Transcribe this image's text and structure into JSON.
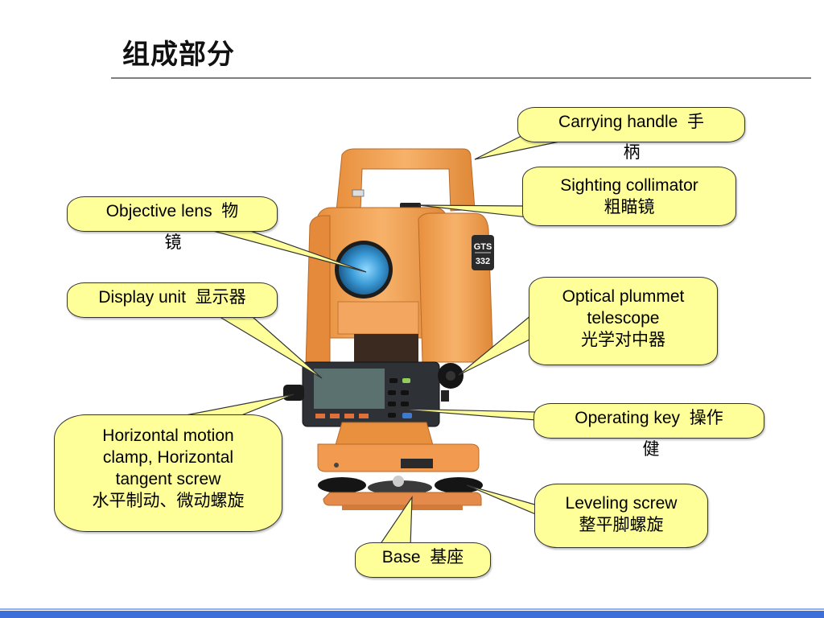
{
  "slide": {
    "title": "组成部分",
    "accent_colors": {
      "callout_fill": "#ffff99",
      "title_rule": "#7f7f7f",
      "footer_bar": "#3c6fd9",
      "instrument_body": "#f0a050"
    }
  },
  "instrument": {
    "model_badge_line1": "GTS",
    "model_badge_line2": "332"
  },
  "callouts": {
    "carrying_handle": {
      "en": "Carrying handle",
      "zh_inline": "手",
      "zh_overflow": "柄"
    },
    "sighting_collimator": {
      "en": "Sighting collimator",
      "zh": "粗瞄镜"
    },
    "objective_lens": {
      "en": "Objective lens",
      "zh_inline": "物",
      "zh_overflow": "镜"
    },
    "display_unit": {
      "en": "Display unit",
      "zh": "显示器"
    },
    "optical_plummet": {
      "en_line1": "Optical plummet",
      "en_line2": "telescope",
      "zh": "光学对中器"
    },
    "operating_key": {
      "en": "Operating key",
      "zh_inline": "操作",
      "zh_overflow": "健"
    },
    "horizontal_motion": {
      "en_line1": "Horizontal motion",
      "en_line2": "clamp, Horizontal",
      "en_line3": "tangent screw",
      "zh": "水平制动、微动螺旋"
    },
    "leveling_screw": {
      "en": "Leveling screw",
      "zh": "整平脚螺旋"
    },
    "base": {
      "en": "Base",
      "zh": "基座"
    }
  }
}
